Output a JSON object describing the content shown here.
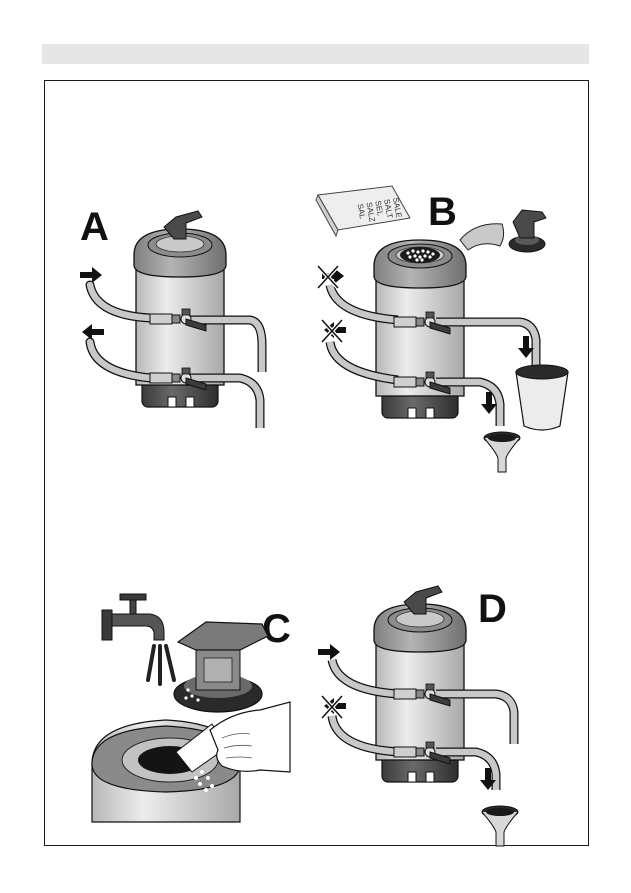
{
  "header": {
    "background": "#e6e6e6"
  },
  "panels": [
    {
      "id": "A",
      "label": "A"
    },
    {
      "id": "B",
      "label": "B"
    },
    {
      "id": "C",
      "label": "C"
    },
    {
      "id": "D",
      "label": "D"
    }
  ],
  "salt_box": {
    "lines": [
      "SALE",
      "SALT",
      "SEL",
      "SALZ",
      "SAL"
    ]
  },
  "colors": {
    "tank": "#d9d9d9",
    "lid": "#9a9a9a",
    "dark": "#3a3a3a",
    "outline": "#111111",
    "hose": "#bdbdbd"
  },
  "icons": [
    "arrow-right-icon",
    "arrow-left-icon",
    "crossed-arrow-icon",
    "arrow-down-icon",
    "funnel-icon",
    "bucket-icon",
    "faucet-icon",
    "hand-icon"
  ]
}
